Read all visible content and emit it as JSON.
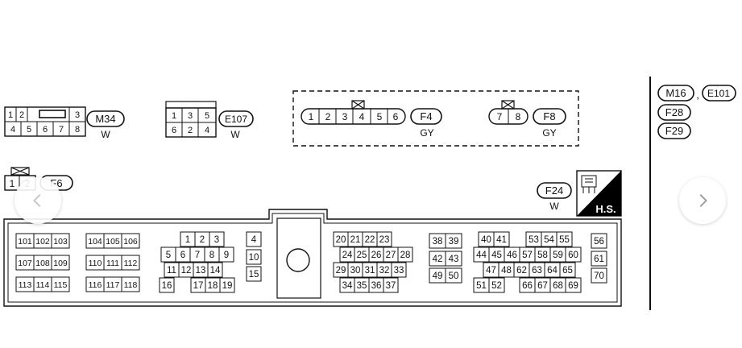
{
  "connectors": {
    "m34": {
      "pins_top": [
        "1",
        "2",
        "3"
      ],
      "pins_bottom": [
        "4",
        "5",
        "6",
        "7",
        "8"
      ],
      "label": "M34",
      "color": "W"
    },
    "e107": {
      "pins_top": [
        "1",
        "3",
        "5"
      ],
      "pins_bottom": [
        "6",
        "2",
        "4"
      ],
      "label": "E107",
      "color": "W"
    },
    "f4": {
      "pins": [
        "1",
        "2",
        "3",
        "4",
        "5",
        "6"
      ],
      "label": "F4",
      "color": "GY"
    },
    "f8": {
      "pins": [
        "7",
        "8"
      ],
      "label": "F8",
      "color": "GY"
    },
    "f6": {
      "pins": [
        "1",
        "2"
      ],
      "label": "F6"
    },
    "f24": {
      "label": "F24",
      "color": "W",
      "hs_label": "H.S."
    }
  },
  "ecm": {
    "block_a": [
      "101",
      "102",
      "103",
      "104",
      "105",
      "106",
      "107",
      "108",
      "109",
      "110",
      "111",
      "112",
      "113",
      "114",
      "115",
      "116",
      "117",
      "118"
    ],
    "block_b": [
      "1",
      "2",
      "3",
      "4",
      "5",
      "6",
      "7",
      "8",
      "9",
      "10",
      "11",
      "12",
      "13",
      "14",
      "15",
      "16",
      "17",
      "18",
      "19"
    ],
    "block_c": [
      "20",
      "21",
      "22",
      "23",
      "24",
      "25",
      "26",
      "27",
      "28",
      "29",
      "30",
      "31",
      "32",
      "33",
      "34",
      "35",
      "36",
      "37"
    ],
    "block_d": [
      "38",
      "39",
      "42",
      "43",
      "49",
      "50"
    ],
    "block_e": [
      "40",
      "41",
      "53",
      "54",
      "55",
      "44",
      "45",
      "46",
      "57",
      "58",
      "59",
      "60",
      "47",
      "48",
      "62",
      "63",
      "64",
      "65",
      "51",
      "52",
      "66",
      "67",
      "68",
      "69",
      "56",
      "61",
      "70"
    ]
  },
  "references": {
    "m16": "M16",
    "separator": ",",
    "e101": "E101",
    "f28": "F28",
    "f29": "F29"
  },
  "navigation": {
    "prev_icon": "chevron-left-icon",
    "next_icon": "chevron-right-icon"
  }
}
